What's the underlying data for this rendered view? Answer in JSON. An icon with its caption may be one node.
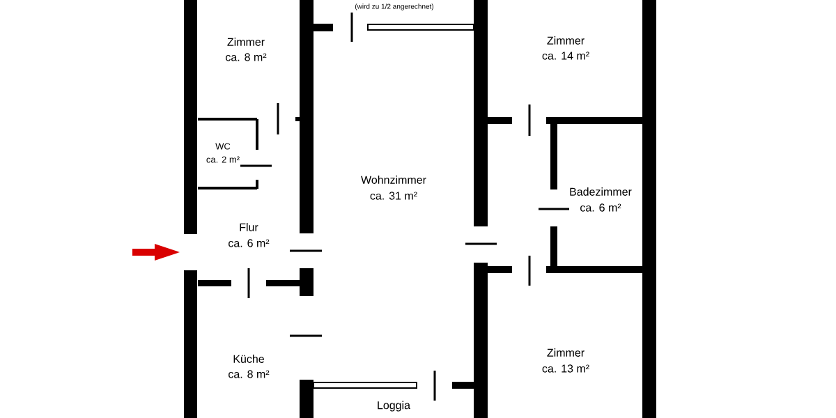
{
  "diagram": {
    "labels": [
      "(wird zu 1/2 angerechnet)",
      "Zimmer",
      "ca. 8 m²",
      "Zimmer",
      "ca. 14 m²",
      "WC",
      "ca. 2 m²",
      "Wohnzimmer",
      "ca. 31 m²",
      "Badezimmer",
      "ca. 6 m²",
      "Flur",
      "ca. 6 m²",
      "Zimmer",
      "ca. 13 m²",
      "Küche",
      "ca. 8 m²",
      "Loggia"
    ]
  }
}
